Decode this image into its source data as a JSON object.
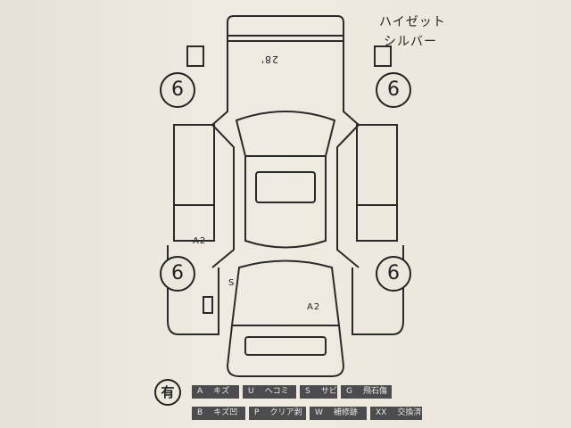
{
  "note": {
    "model": "ハイゼット",
    "color": "シルバー"
  },
  "marks": {
    "roof": "28'",
    "left_rear": "A2",
    "left_front": "S",
    "front": "A2"
  },
  "tire_depth": {
    "front_left": "6",
    "front_right": "6",
    "rear_left": "6",
    "rear_right": "6"
  },
  "existence_mark": "有",
  "legend": [
    {
      "code": "A",
      "label": "キズ"
    },
    {
      "code": "U",
      "label": "ヘコミ"
    },
    {
      "code": "S",
      "label": "サビ"
    },
    {
      "code": "G",
      "label": "飛石傷"
    },
    {
      "code": "B",
      "label": "キズ凹"
    },
    {
      "code": "P",
      "label": "クリア剥"
    },
    {
      "code": "W",
      "label": "補修跡"
    },
    {
      "code": "XX",
      "label": "交換済"
    }
  ]
}
